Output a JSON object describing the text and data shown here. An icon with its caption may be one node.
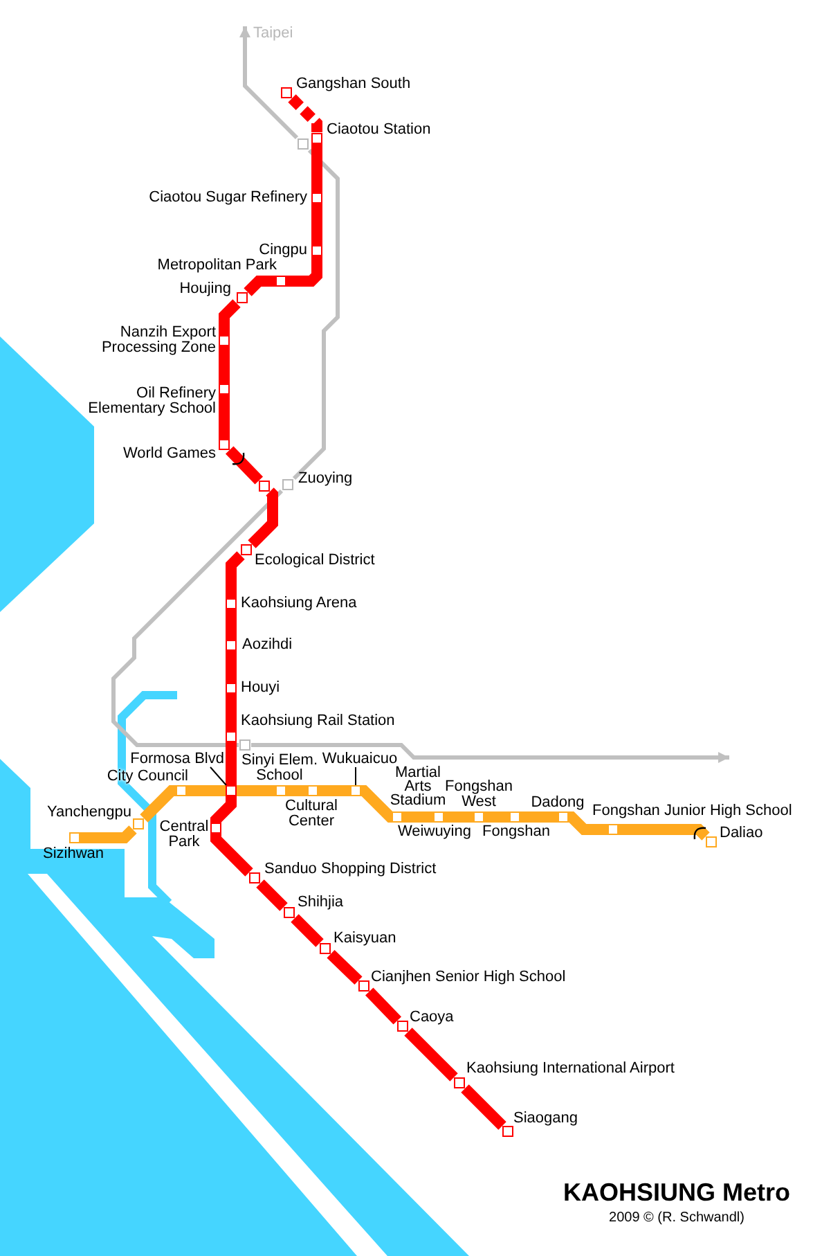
{
  "diagram": {
    "title": "KAOHSIUNG Metro",
    "nodes": [
      {
        "text": [
          "Taipei"
        ]
      },
      {
        "text": [],
        "shape": "box",
        "beside": [
          "Gangshan South"
        ]
      },
      {
        "text": [],
        "shape": "box",
        "beside": [
          "Ciaotou Station"
        ]
      },
      {
        "text": [],
        "shape": "box"
      },
      {
        "text": [],
        "shape": "box",
        "beside": [
          "Ciaotou Sugar Refinery"
        ]
      },
      {
        "text": [],
        "shape": "box",
        "beside": [
          "Cingpu"
        ]
      },
      {
        "text": [],
        "shape": "box",
        "beside": [
          "Metropolitan Park"
        ]
      },
      {
        "text": [],
        "shape": "box",
        "beside": [
          "Houjing"
        ]
      },
      {
        "text": [],
        "shape": "box",
        "beside": [
          "Nanzih Export Processing Zone"
        ]
      },
      {
        "text": [],
        "shape": "box",
        "beside": [
          "Oil Refinery Elementary School"
        ]
      },
      {
        "text": [],
        "shape": "box",
        "beside": [
          "World Games"
        ]
      },
      {
        "text": [],
        "shape": "box"
      },
      {
        "text": [],
        "shape": "box",
        "beside": [
          "Zuoying"
        ]
      },
      {
        "text": [],
        "shape": "box",
        "beside": [
          "Ecological District"
        ]
      },
      {
        "text": [],
        "shape": "box",
        "beside": [
          "Kaohsiung Arena"
        ]
      },
      {
        "text": [],
        "shape": "box",
        "beside": [
          "Aozihdi"
        ]
      },
      {
        "text": [],
        "shape": "box",
        "beside": [
          "Houyi"
        ]
      },
      {
        "text": [],
        "shape": "box",
        "beside": [
          "Kaohsiung Rail Station"
        ]
      },
      {
        "text": [],
        "shape": "box"
      },
      {
        "text": [],
        "shape": "box"
      },
      {
        "text": [],
        "shape": "box",
        "beside": [
          "Sinyi Elem. School"
        ]
      },
      {
        "text": [],
        "shape": "box"
      },
      {
        "text": [],
        "shape": "box",
        "beside": [
          "City Council"
        ]
      },
      {
        "text": [],
        "shape": "box",
        "beside": [
          "Martial Arts Stadium"
        ]
      },
      {
        "text": [],
        "shape": "box",
        "beside": [
          "Fongshan West"
        ]
      },
      {
        "text": [],
        "shape": "box",
        "beside": [
          "Dadong"
        ]
      },
      {
        "text": [],
        "shape": "box",
        "beside": [
          "Fongshan Junior High School"
        ]
      },
      {
        "text": [],
        "shape": "box",
        "beside": [
          "Yanchengpu"
        ]
      },
      {
        "text": [],
        "shape": "box",
        "beside": [
          "Cultural Center"
        ]
      },
      {
        "text": [],
        "shape": "box",
        "beside": [
          "Daliao"
        ]
      },
      {
        "text": [],
        "shape": "box",
        "beside": [
          "Central Park"
        ]
      },
      {
        "text": [],
        "shape": "box",
        "beside": [
          "Weiwuying"
        ]
      },
      {
        "text": [],
        "shape": "box",
        "beside": [
          "Fongshan"
        ]
      },
      {
        "text": [],
        "shape": "box",
        "beside": [
          "Sizihwan"
        ]
      },
      {
        "text": [],
        "shape": "box",
        "beside": [
          "Sanduo Shopping District"
        ]
      },
      {
        "text": [],
        "shape": "box",
        "beside": [
          "Shihjia"
        ]
      },
      {
        "text": [],
        "shape": "box",
        "beside": [
          "Kaisyuan"
        ]
      },
      {
        "text": [],
        "shape": "box",
        "beside": [
          "Cianjhen Senior High School"
        ]
      },
      {
        "text": [],
        "shape": "box",
        "beside": [
          "Caoya"
        ]
      },
      {
        "text": [],
        "shape": "box",
        "beside": [
          "Kaohsiung International Airport"
        ]
      },
      {
        "text": [],
        "shape": "box",
        "beside": [
          "Siaogang"
        ]
      },
      {
        "text": [
          "Formosa Blvd"
        ]
      },
      {
        "text": [
          "Wukuaicuo"
        ]
      }
    ],
    "edges": [
      {
        "from": 3,
        "to": 0,
        "arrow": "to",
        "color": "#c0c0c0"
      },
      {
        "from": 3,
        "to": 12,
        "arrow": "none",
        "color": "#c0c0c0"
      },
      {
        "from": 12,
        "to": 18,
        "arrow": "none",
        "color": "#c0c0c0"
      },
      {
        "from": 18,
        "to": null,
        "arrow": "to",
        "color": "#c0c0c0"
      },
      {
        "from": 1,
        "to": 2,
        "arrow": "none",
        "style": "dashed"
      },
      {
        "from": 2,
        "to": 4,
        "arrow": "none"
      },
      {
        "from": 4,
        "to": 5,
        "arrow": "none"
      },
      {
        "from": 5,
        "to": 6,
        "arrow": "none"
      },
      {
        "from": 6,
        "to": 7,
        "arrow": "none"
      },
      {
        "from": 7,
        "to": 8,
        "arrow": "none"
      },
      {
        "from": 8,
        "to": 9,
        "arrow": "none"
      },
      {
        "from": 9,
        "to": 10,
        "arrow": "none"
      },
      {
        "from": 10,
        "to": 11,
        "arrow": "none"
      },
      {
        "from": 11,
        "to": 13,
        "arrow": "none"
      },
      {
        "from": 13,
        "to": 14,
        "arrow": "none"
      },
      {
        "from": 14,
        "to": 15,
        "arrow": "none"
      },
      {
        "from": 15,
        "to": 16,
        "arrow": "none"
      },
      {
        "from": 16,
        "to": 17,
        "arrow": "none"
      },
      {
        "from": 17,
        "to": 19,
        "arrow": "none"
      },
      {
        "from": 19,
        "to": 30,
        "arrow": "none"
      },
      {
        "from": 30,
        "to": 34,
        "arrow": "none"
      },
      {
        "from": 34,
        "to": 35,
        "arrow": "none"
      },
      {
        "from": 35,
        "to": 36,
        "arrow": "none"
      },
      {
        "from": 36,
        "to": 37,
        "arrow": "none"
      },
      {
        "from": 37,
        "to": 38,
        "arrow": "none"
      },
      {
        "from": 38,
        "to": 39,
        "arrow": "none"
      },
      {
        "from": 39,
        "to": 40,
        "arrow": "none"
      },
      {
        "from": 33,
        "to": 27,
        "arrow": "none",
        "color": "#ffa91f"
      },
      {
        "from": 27,
        "to": 22,
        "arrow": "none",
        "color": "#ffa91f"
      },
      {
        "from": 22,
        "to": 19,
        "arrow": "none",
        "color": "#ffa91f"
      },
      {
        "from": 19,
        "to": 20,
        "arrow": "none",
        "color": "#ffa91f"
      },
      {
        "from": 20,
        "to": 28,
        "arrow": "none",
        "color": "#ffa91f"
      },
      {
        "from": 28,
        "to": 21,
        "arrow": "none",
        "color": "#ffa91f"
      },
      {
        "from": 21,
        "to": 23,
        "arrow": "none",
        "color": "#ffa91f"
      },
      {
        "from": 23,
        "to": 31,
        "arrow": "none",
        "color": "#ffa91f"
      },
      {
        "from": 31,
        "to": 24,
        "arrow": "none",
        "color": "#ffa91f"
      },
      {
        "from": 24,
        "to": 32,
        "arrow": "none",
        "color": "#ffa91f"
      },
      {
        "from": 32,
        "to": 25,
        "arrow": "none",
        "color": "#ffa91f"
      },
      {
        "from": 25,
        "to": 26,
        "arrow": "none",
        "color": "#ffa91f"
      },
      {
        "from": 26,
        "to": 29,
        "arrow": "none",
        "color": "#ffa91f"
      },
      {
        "from": 41,
        "to": 19,
        "arrow": "none",
        "color": "#000000"
      },
      {
        "from": 42,
        "to": 21,
        "arrow": "none",
        "color": "#000000"
      }
    ],
    "labels": [
      "2009 © (R. Schwandl)"
    ]
  }
}
